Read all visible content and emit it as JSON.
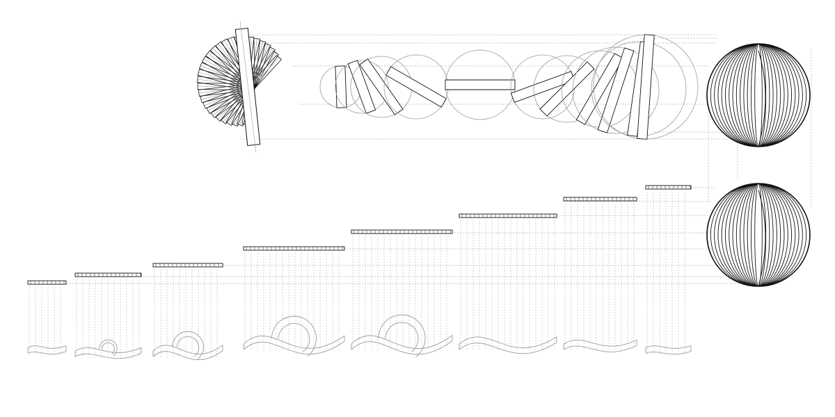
{
  "diagram": {
    "description_hidden": "",
    "colors": {
      "background": "#ffffff",
      "stroke": "#111111",
      "faint": "#9a9a9a",
      "guide": "#b3b3b3"
    },
    "fan": {
      "blades": 30
    },
    "rolling_discs": {
      "count": 11
    },
    "spheres": {
      "rings": 14
    },
    "sections": {
      "count": 8
    }
  }
}
